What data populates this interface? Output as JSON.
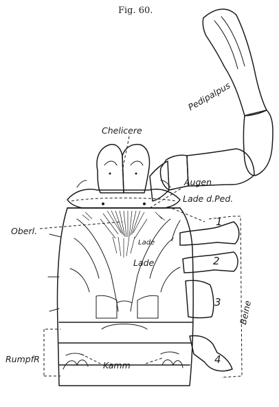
{
  "figure": {
    "caption": "Fig. 60.",
    "labels": {
      "chelicere": "Chelicere",
      "pedipalpus": "Pedipalpus",
      "augen": "Augen",
      "lade_ped": "Lade d.Ped.",
      "oberl": "Oberl.",
      "lade_small": "Lade",
      "lade": "Lade",
      "beine": "Beine",
      "rumpfr": "RumpfR",
      "kamm": "Kamm"
    },
    "leg_numbers": [
      "1",
      "2",
      "3",
      "4"
    ]
  }
}
